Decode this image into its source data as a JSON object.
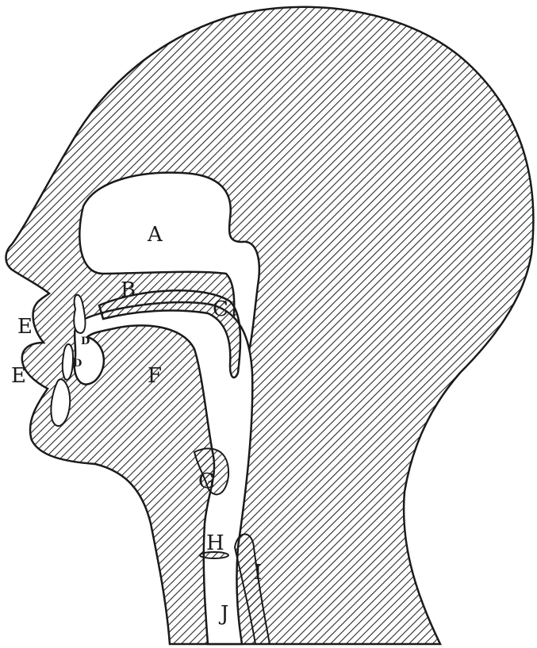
{
  "diagram": {
    "colors": {
      "ink": "#1a1a1a",
      "paper": "#ffffff",
      "hatch": "#2a2a2a"
    },
    "labels": {
      "A": "A",
      "B": "B",
      "C": "C",
      "D_upper": "D",
      "D_lower": "D",
      "E_upper": "E",
      "E_lower": "E",
      "F": "F",
      "G": "G",
      "H": "H",
      "I": "I",
      "J": "J"
    }
  }
}
